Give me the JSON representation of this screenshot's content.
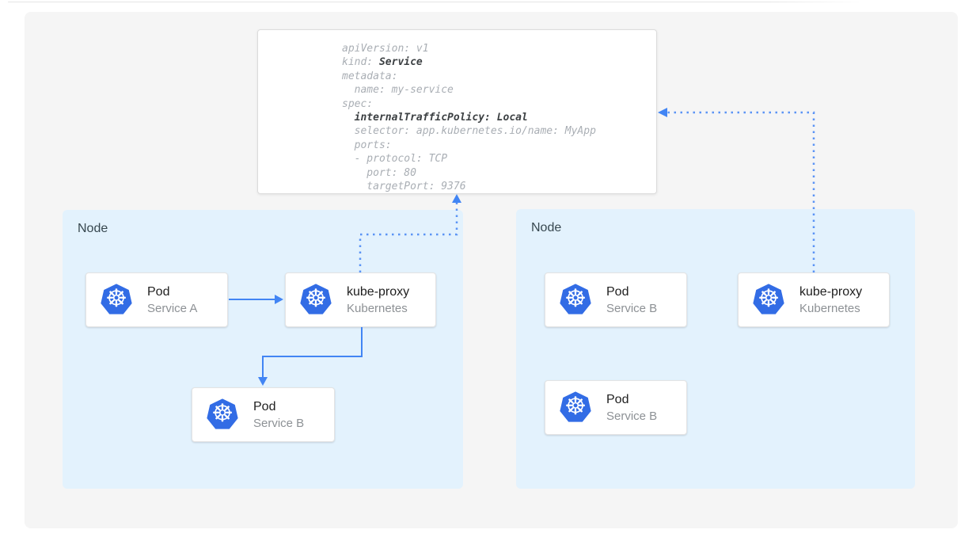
{
  "colors": {
    "canvas_bg": "#f5f5f5",
    "node_bg": "#e3f2fd",
    "card_bg": "#ffffff",
    "k8s_blue": "#326ce5",
    "arrow_blue": "#4285f4",
    "dotted_blue": "#5b94f5",
    "code_text": "#a9aeb4",
    "code_bold": "#3c4043",
    "title_text": "#212121",
    "subtitle_text": "#8d9195",
    "node_label": "#37474f"
  },
  "icons": {
    "kubernetes_glyph": "☸"
  },
  "yaml_card": {
    "lines": [
      {
        "pre": "apiVersion: v1"
      },
      {
        "pre": "kind: ",
        "bold": "Service"
      },
      {
        "pre": "metadata:"
      },
      {
        "pre": "  name: my-service"
      },
      {
        "pre": "spec:"
      },
      {
        "pre": "  ",
        "bold": "internalTrafficPolicy: Local"
      },
      {
        "pre": "  selector: app.kubernetes.io/name: MyApp"
      },
      {
        "pre": "  ports:"
      },
      {
        "pre": "  - protocol: TCP"
      },
      {
        "pre": "    port: 80"
      },
      {
        "pre": "    targetPort: 9376"
      }
    ]
  },
  "nodes": [
    {
      "label": "Node",
      "cards": [
        {
          "title": "Pod",
          "subtitle": "Service A"
        },
        {
          "title": "kube-proxy",
          "subtitle": "Kubernetes"
        },
        {
          "title": "Pod",
          "subtitle": "Service B"
        }
      ]
    },
    {
      "label": "Node",
      "cards": [
        {
          "title": "Pod",
          "subtitle": "Service B"
        },
        {
          "title": "kube-proxy",
          "subtitle": "Kubernetes"
        },
        {
          "title": "Pod",
          "subtitle": "Service B"
        }
      ]
    }
  ]
}
